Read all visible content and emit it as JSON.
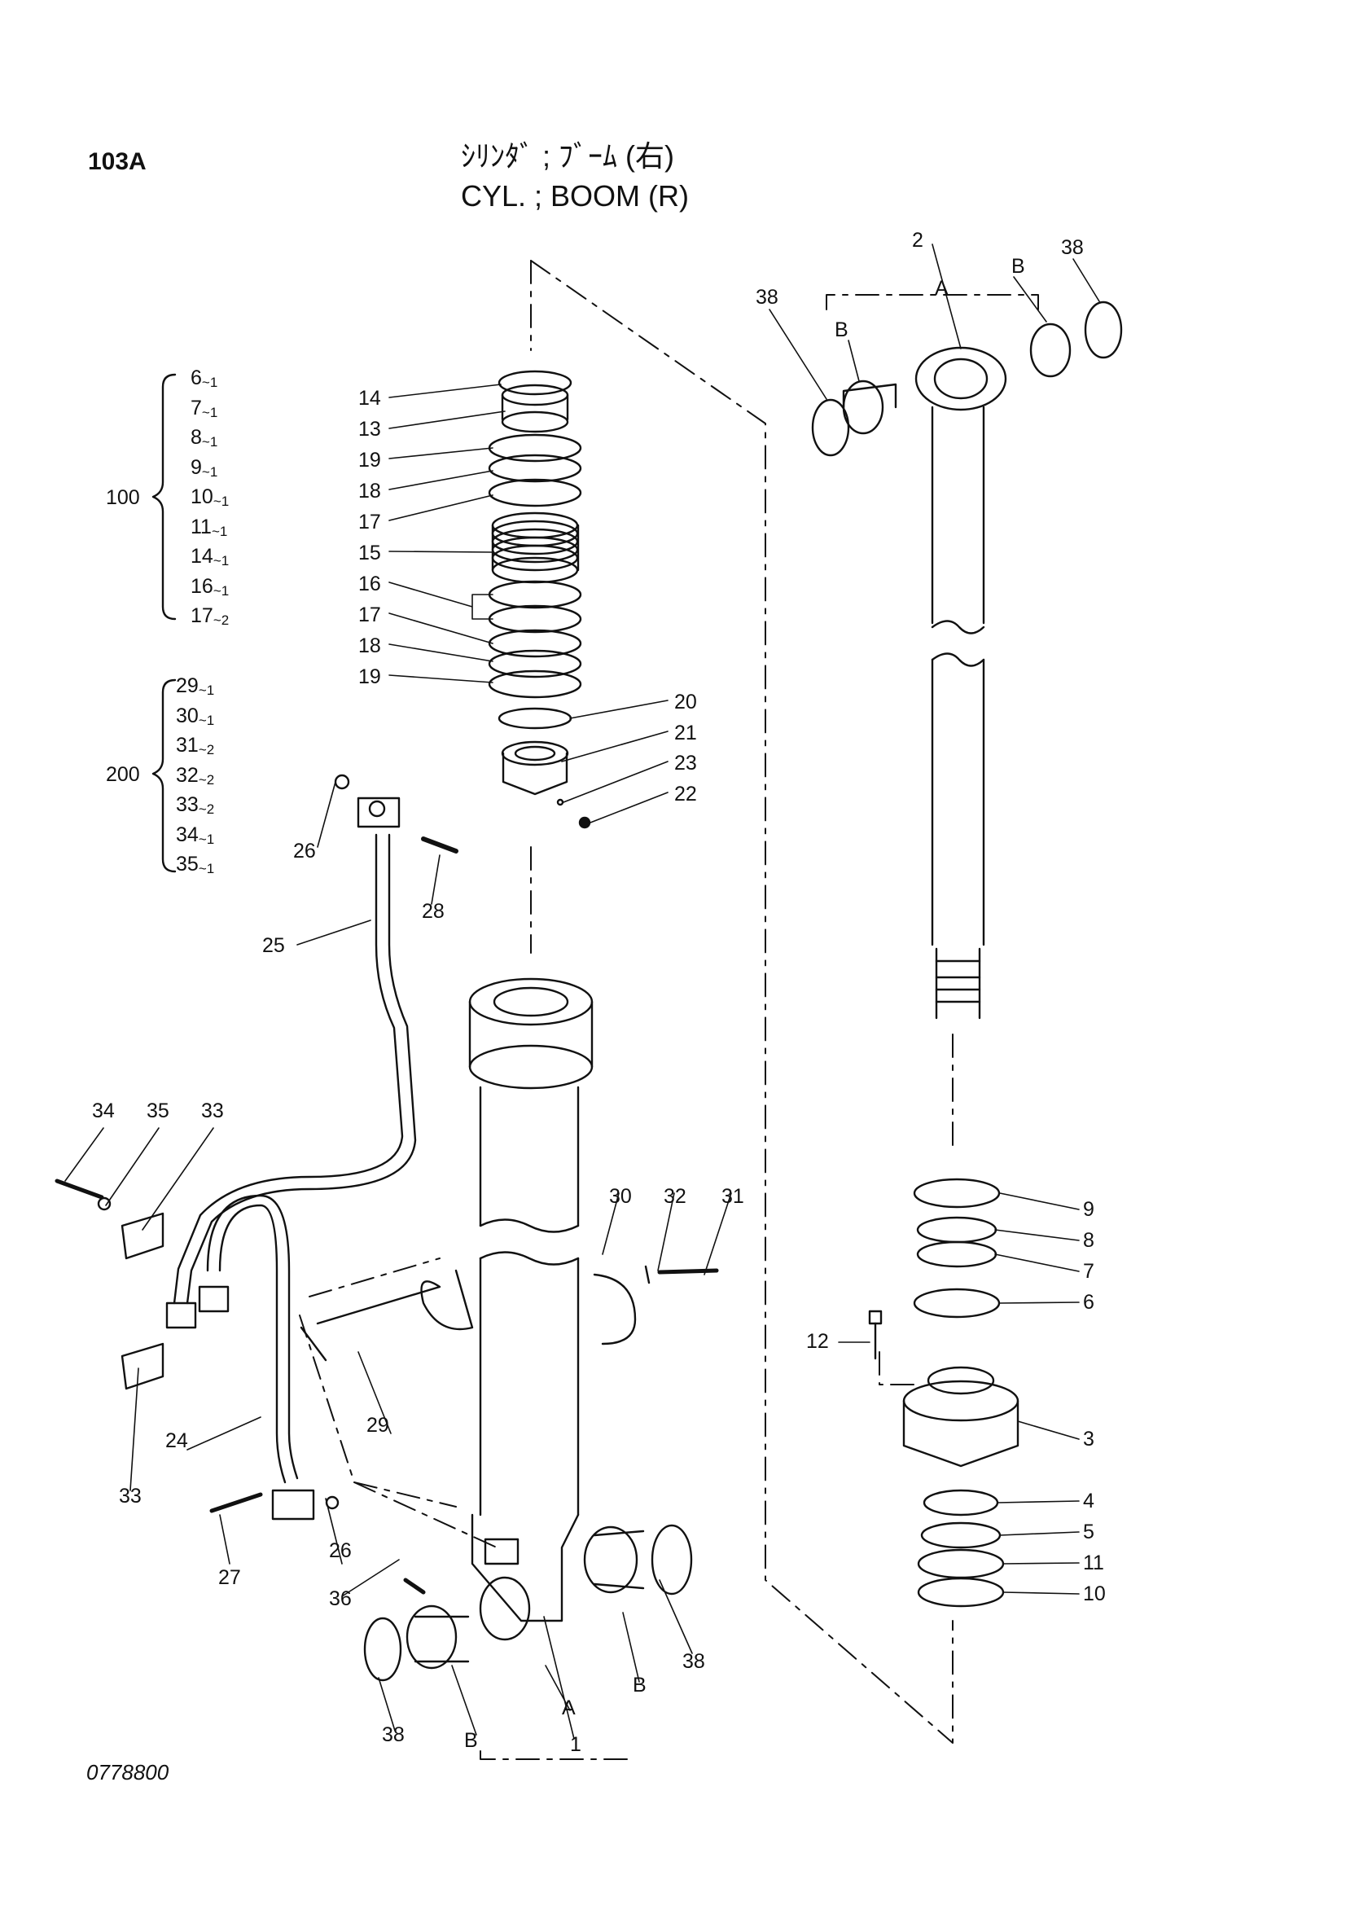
{
  "header": {
    "page_code": "103A",
    "title_jp": "ｼﾘﾝﾀﾞ ; ﾌﾞｰﾑ (右)",
    "title_en": "CYL. ; BOOM (R)"
  },
  "footer": {
    "drawing_number": "0778800"
  },
  "kits": [
    {
      "code": "100",
      "items": [
        {
          "no": "6",
          "qty": "1"
        },
        {
          "no": "7",
          "qty": "1"
        },
        {
          "no": "8",
          "qty": "1"
        },
        {
          "no": "9",
          "qty": "1"
        },
        {
          "no": "10",
          "qty": "1"
        },
        {
          "no": "11",
          "qty": "1"
        },
        {
          "no": "14",
          "qty": "1"
        },
        {
          "no": "16",
          "qty": "1"
        },
        {
          "no": "17",
          "qty": "2"
        }
      ]
    },
    {
      "code": "200",
      "items": [
        {
          "no": "29",
          "qty": "1"
        },
        {
          "no": "30",
          "qty": "1"
        },
        {
          "no": "31",
          "qty": "2"
        },
        {
          "no": "32",
          "qty": "2"
        },
        {
          "no": "33",
          "qty": "2"
        },
        {
          "no": "34",
          "qty": "1"
        },
        {
          "no": "35",
          "qty": "1"
        }
      ]
    }
  ],
  "callouts": [
    "14",
    "13",
    "19",
    "18",
    "17",
    "15",
    "16",
    "17",
    "18",
    "19",
    "20",
    "21",
    "23",
    "22",
    "26",
    "28",
    "25",
    "34",
    "35",
    "33",
    "30",
    "32",
    "31",
    "29",
    "24",
    "33",
    "27",
    "26",
    "36",
    "38",
    "38",
    "A",
    "B",
    "B",
    "1",
    "2",
    "A",
    "B",
    "B",
    "38",
    "38",
    "9",
    "8",
    "7",
    "6",
    "12",
    "3",
    "4",
    "5",
    "11",
    "10"
  ]
}
